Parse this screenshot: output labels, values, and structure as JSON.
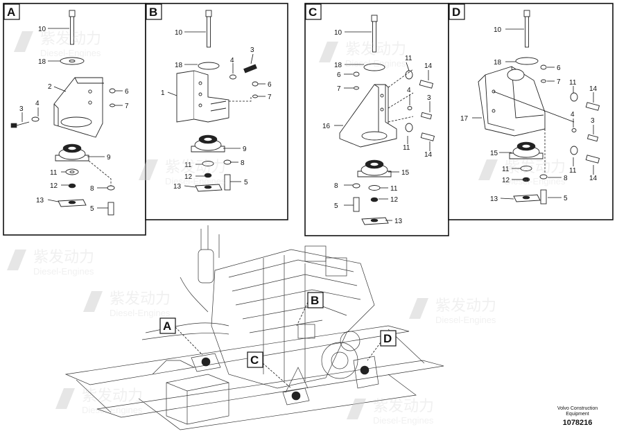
{
  "panels": {
    "A": {
      "letter": "A",
      "labels": [
        "10",
        "18",
        "2",
        "6",
        "7",
        "3",
        "4",
        "9",
        "11",
        "12",
        "8",
        "13",
        "5"
      ]
    },
    "B": {
      "letter": "B",
      "labels": [
        "10",
        "18",
        "4",
        "3",
        "6",
        "7",
        "1",
        "9",
        "8",
        "11",
        "12",
        "13",
        "5"
      ]
    },
    "C": {
      "letter": "C",
      "labels": [
        "10",
        "18",
        "11",
        "14",
        "6",
        "7",
        "4",
        "3",
        "16",
        "11",
        "14",
        "15",
        "8",
        "11",
        "12",
        "5",
        "13"
      ]
    },
    "D": {
      "letter": "D",
      "labels": [
        "10",
        "18",
        "6",
        "7",
        "11",
        "14",
        "17",
        "4",
        "3",
        "15",
        "11",
        "14",
        "11",
        "8",
        "12",
        "13",
        "5"
      ]
    }
  },
  "overview_callouts": [
    "A",
    "B",
    "C",
    "D"
  ],
  "watermark": {
    "brand": "紫发动力",
    "sub": "Diesel-Engines"
  },
  "credit": {
    "line1": "Volvo Construction",
    "line2": "Equipment"
  },
  "doc_number": "1078216"
}
